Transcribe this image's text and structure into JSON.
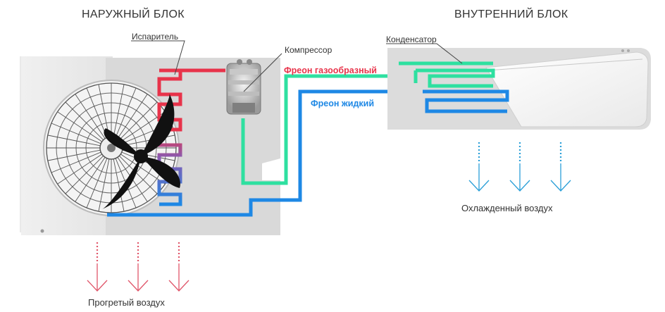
{
  "titles": {
    "outdoor": "НАРУЖНЫЙ БЛОК",
    "indoor": "ВНУТРЕННИЙ БЛОК"
  },
  "labels": {
    "evaporator": "Испаритель",
    "compressor": "Компрессор",
    "condenser": "Конденсатор",
    "freon_gas": "Фреон газообразный",
    "freon_liquid": "Фреон жидкий"
  },
  "air": {
    "cooled": "Охлажденный воздух",
    "heated": "Прогретый воздух"
  },
  "colors": {
    "gas_freon": "#e8334a",
    "liquid_freon": "#1e88e5",
    "green_line": "#2ee0a0",
    "cool_arrow": "#2a9fd8",
    "warm_arrow": "#e0566a",
    "fan": "#111111"
  },
  "icons": [
    "fan-icon",
    "compressor-icon",
    "arrow-down-icon"
  ]
}
